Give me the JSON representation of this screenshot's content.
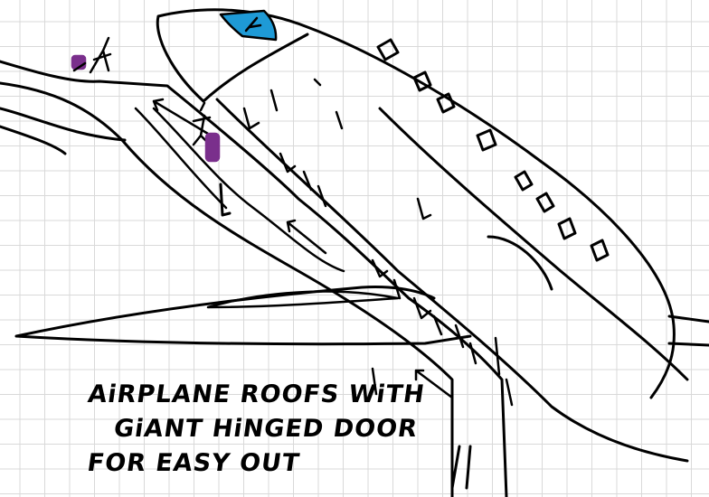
{
  "sketch": {
    "caption_lines": [
      "AiRPLANE ROOFS WiTH",
      "GiANT HiNGED DOOR",
      "FOR EASY OUT"
    ]
  },
  "colors": {
    "ink": "#000000",
    "grid": "#d9d9d9",
    "paper": "#ffffff",
    "cockpit_window": "#1e9ad6",
    "passenger_highlight": "#7a2f8c"
  },
  "icons": [
    "stick-figure-passenger",
    "stick-figure-pilot",
    "direction-arrow"
  ]
}
